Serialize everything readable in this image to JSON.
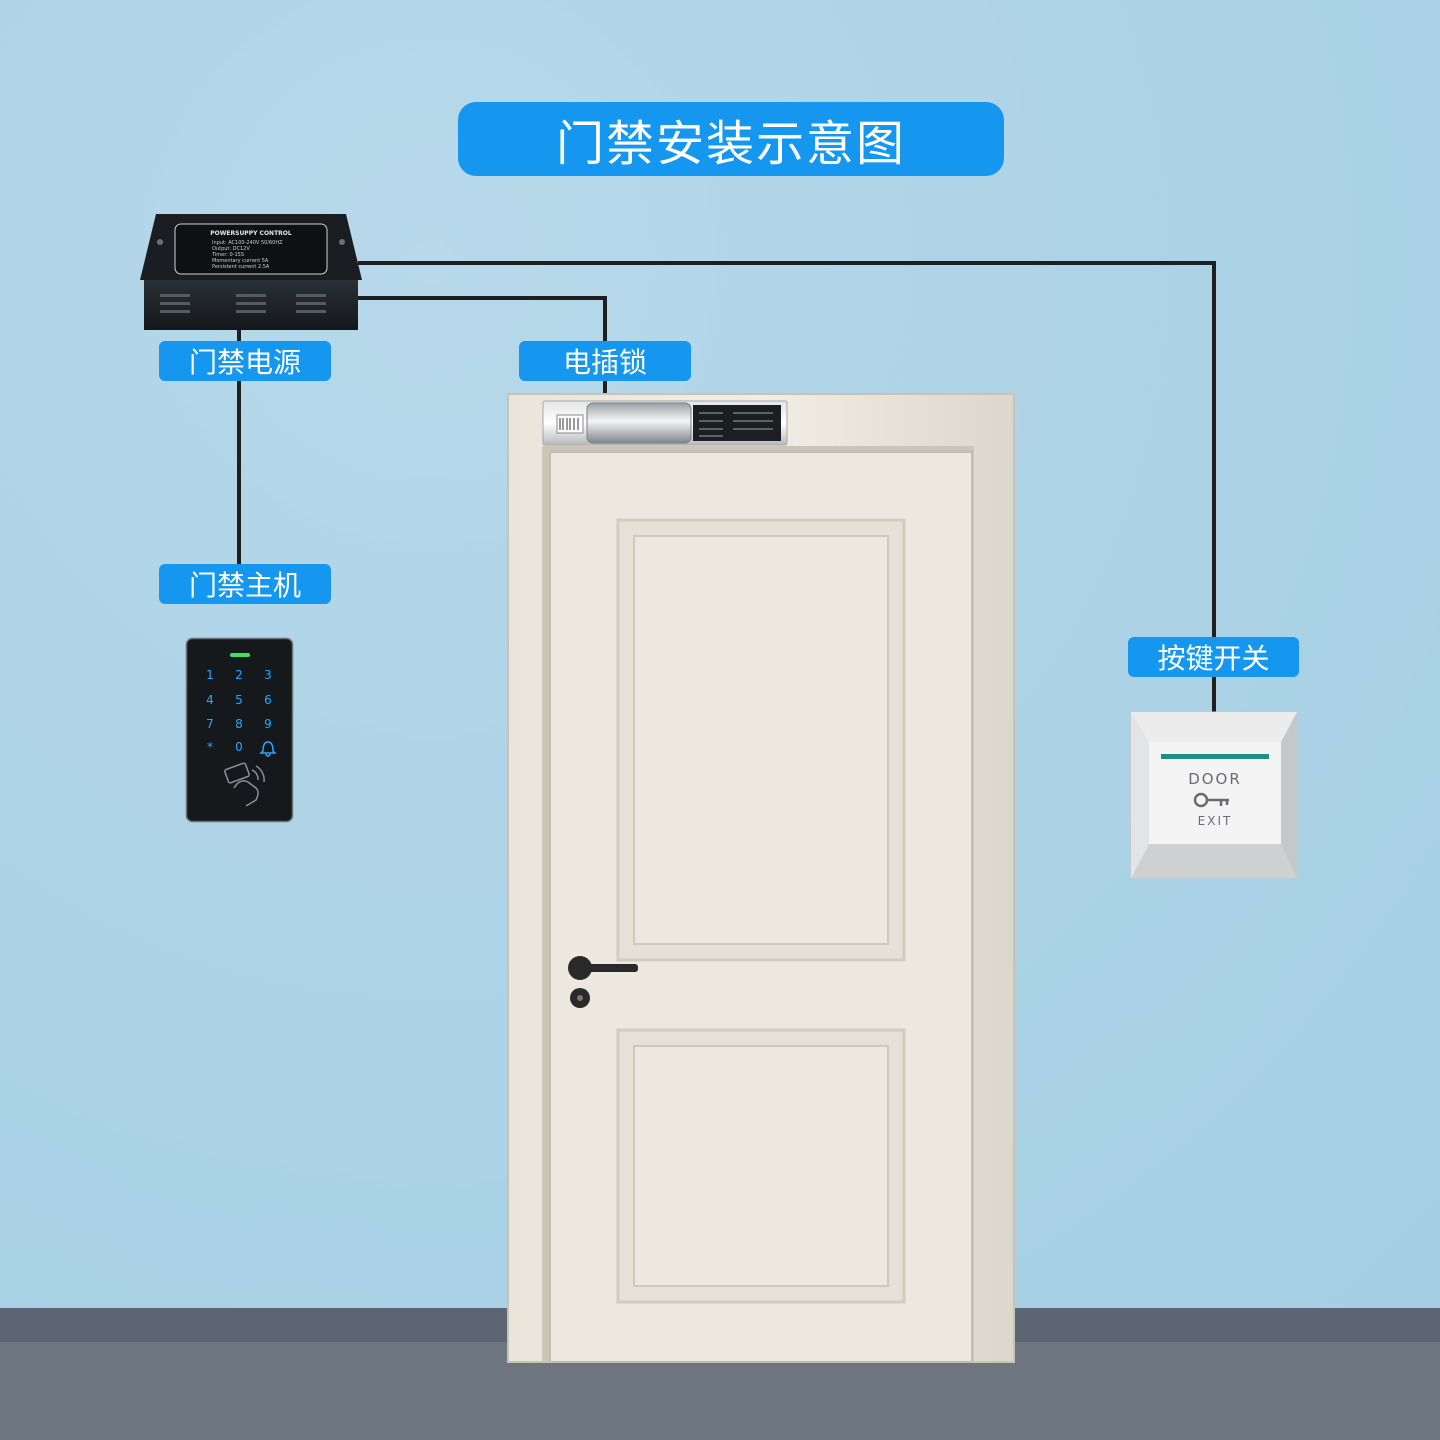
{
  "title": "门禁安装示意图",
  "labels": {
    "power_supply": "门禁电源",
    "electric_lock": "电插锁",
    "controller": "门禁主机",
    "exit_button": "按键开关"
  },
  "power_box": {
    "heading": "POWERSUPPY CONTROL",
    "lines": [
      "Input:    AC100-240V 50/60HZ",
      "Output:  DC12V",
      "Timer:    0-15S",
      "Momentary   current 5A",
      "Persistent   current 2.5A"
    ]
  },
  "keypad": {
    "keys": [
      "1",
      "2",
      "3",
      "4",
      "5",
      "6",
      "7",
      "8",
      "9",
      "*",
      "0",
      "bell-icon"
    ]
  },
  "exit_switch": {
    "top_text": "DOOR",
    "bottom_text": "EXIT"
  },
  "colors": {
    "wall": "#add3e6",
    "label_bg": "#1597f0",
    "label_text": "#ffffff",
    "door": "#ece8df",
    "baseboard": "#5c6673",
    "floor": "#6c7580",
    "wire": "#1f1f1f",
    "keypad_glow": "#2aa7ff"
  }
}
